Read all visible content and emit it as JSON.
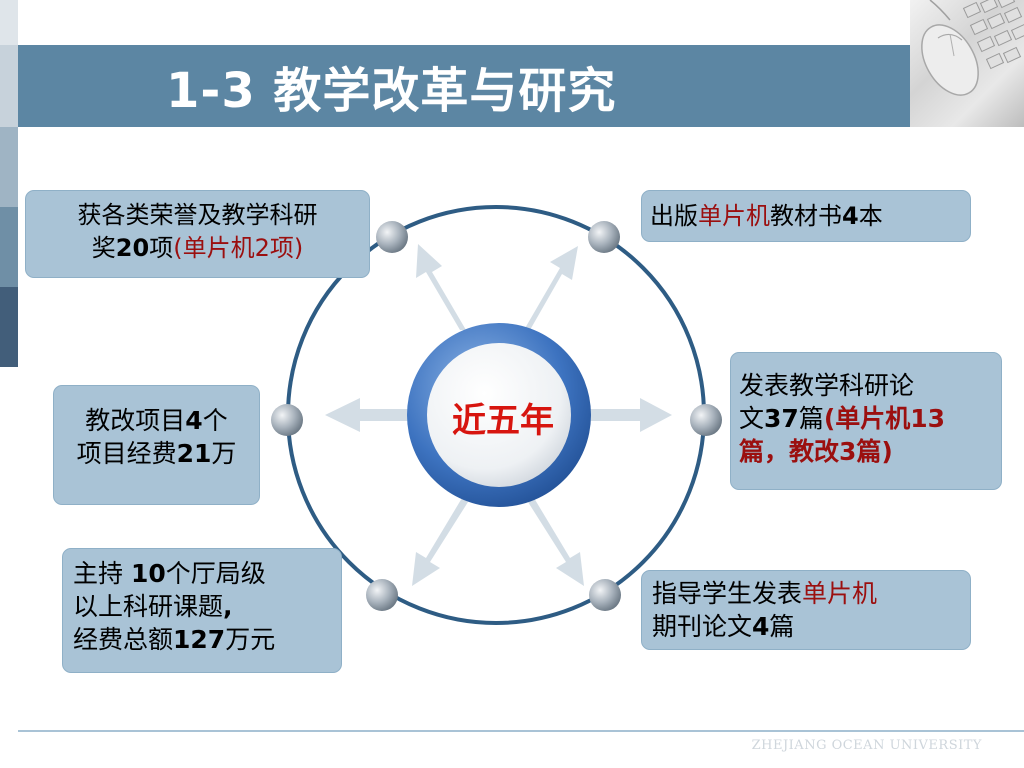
{
  "title": "1-3  教学改革与研究",
  "center": "近五年",
  "boxes": {
    "honors": {
      "line1": "获各类荣誉及教学科研",
      "line2a": "奖",
      "line2b": "20",
      "line2c": "项",
      "line2red": "(单片机2项)"
    },
    "textbooks": {
      "a": "出版",
      "red": "单片机",
      "b": "教材书",
      "bold": "4",
      "c": "本"
    },
    "reform": {
      "line1a": "教改项目",
      "line1b": "4",
      "line1c": "个",
      "line2a": "项目经费",
      "line2b": "21",
      "line2c": "万"
    },
    "papers": {
      "line1": "发表教学科研论",
      "line2a": "文",
      "line2b": "37",
      "line2c": "篇",
      "red1": "(单片机13",
      "red2": "篇，教改3篇)"
    },
    "projects": {
      "line1a": "主持 ",
      "line1b": "10",
      "line1c": "个厅局级",
      "line2a": "以上科研课题",
      "line2b": ",",
      "line3a": "经费总额",
      "line3b": "127",
      "line3c": "万元"
    },
    "student": {
      "line1a": "指导学生发表",
      "line1red": "单片机",
      "line2a": "期刊论文",
      "line2b": "4",
      "line2c": "篇"
    }
  },
  "footer": "ZHEJIANG OCEAN UNIVERSITY",
  "colors": {
    "title_bar": "#5c86a3",
    "box": "#a9c3d6",
    "center_text": "#d7150f",
    "highlight": "#9b0f0f",
    "ring": "#2e5c84"
  }
}
